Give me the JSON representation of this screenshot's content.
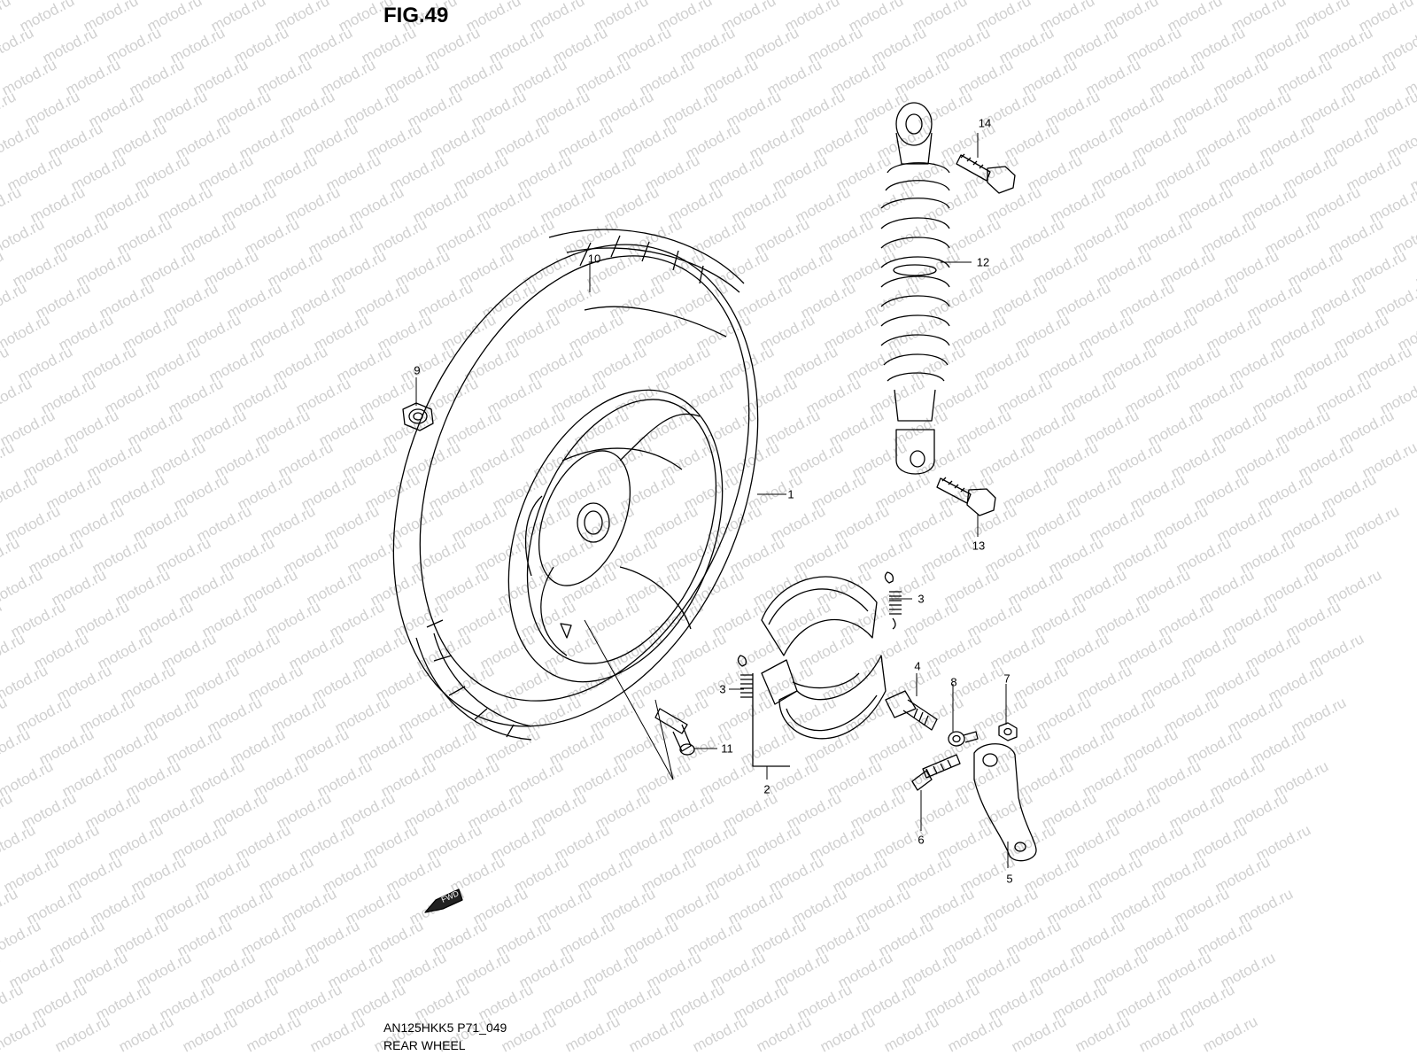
{
  "figure": {
    "title": "FIG.49",
    "model_code": "AN125HKK5 P71_049",
    "name": "REAR WHEEL"
  },
  "watermark": {
    "text": "motod.ru",
    "color": "#d0d0d0"
  },
  "direction_marker": {
    "label": "FWD"
  },
  "callouts": {
    "p1": "1",
    "p2": "2",
    "p3a": "3",
    "p3b": "3",
    "p4": "4",
    "p5": "5",
    "p6": "6",
    "p7": "7",
    "p8": "8",
    "p9": "9",
    "p10": "10",
    "p11": "11",
    "p12": "12",
    "p13": "13",
    "p14": "14"
  }
}
